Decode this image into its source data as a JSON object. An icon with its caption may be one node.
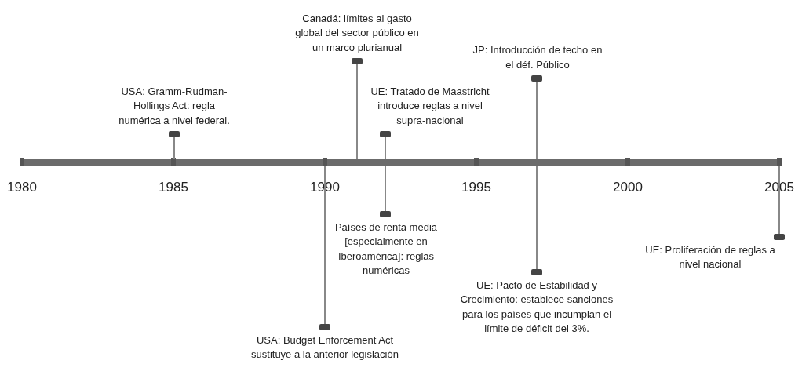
{
  "diagram": {
    "nodes": [
      {
        "text": [
          "USA: Gramm-Rudman-Hollings Act: regla numérica a nivel federal."
        ]
      },
      {
        "text": [
          "USA: Budget Enforcement Act sustituye a la anterior legislación"
        ]
      },
      {
        "text": [
          "Canadá: límites al gasto global del sector público en un marco plurianual"
        ]
      },
      {
        "text": [
          "UE: Tratado de Maastricht introduce reglas a nivel supra-nacional"
        ]
      },
      {
        "text": [
          "Países de renta media [especialmente en Iberoamérica]: reglas numéricas"
        ]
      },
      {
        "text": [
          "JP: Introducción de techo en el déf. Público"
        ]
      },
      {
        "text": [
          "UE: Pacto de Estabilidad y Crecimiento: establece sanciones para los países que incumplan el límite de déficit del 3%."
        ]
      },
      {
        "text": [
          "UE: Proliferación de reglas a nivel nacional"
        ]
      }
    ],
    "edges": [
      {
        "from": 0,
        "to": null,
        "arrow": "other"
      },
      {
        "from": 1,
        "to": null,
        "arrow": "other"
      },
      {
        "from": 2,
        "to": null,
        "arrow": "other"
      },
      {
        "from": 3,
        "to": null,
        "arrow": "other"
      },
      {
        "from": 4,
        "to": null,
        "arrow": "other"
      },
      {
        "from": 5,
        "to": null,
        "arrow": "other"
      },
      {
        "from": 6,
        "to": null,
        "arrow": "other"
      },
      {
        "from": 7,
        "to": null,
        "arrow": "other"
      }
    ],
    "labels": [
      "1980",
      "1985",
      "1990",
      "1995",
      "2000",
      "2005"
    ]
  }
}
